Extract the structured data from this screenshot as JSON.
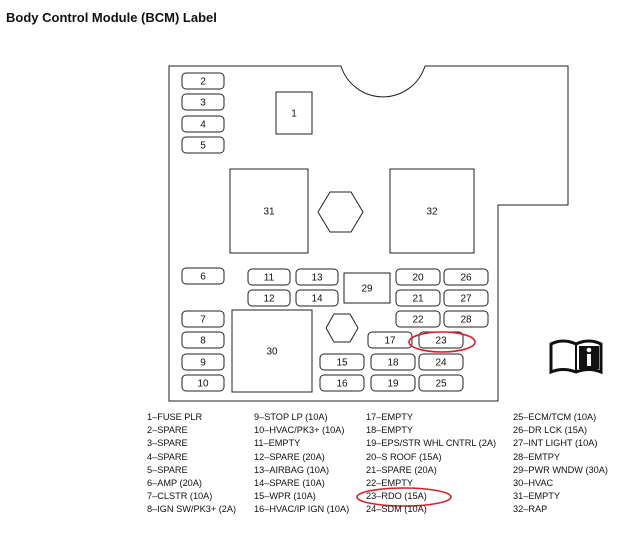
{
  "title": "Body Control Module (BCM) Label",
  "fuse_slots": [
    {
      "label": "1"
    },
    {
      "label": "2"
    },
    {
      "label": "3"
    },
    {
      "label": "4"
    },
    {
      "label": "5"
    },
    {
      "label": "6"
    },
    {
      "label": "7"
    },
    {
      "label": "8"
    },
    {
      "label": "9"
    },
    {
      "label": "10"
    },
    {
      "label": "11"
    },
    {
      "label": "12"
    },
    {
      "label": "13"
    },
    {
      "label": "14"
    },
    {
      "label": "15"
    },
    {
      "label": "16"
    },
    {
      "label": "17"
    },
    {
      "label": "18"
    },
    {
      "label": "19"
    },
    {
      "label": "20"
    },
    {
      "label": "21"
    },
    {
      "label": "22"
    },
    {
      "label": "23"
    },
    {
      "label": "24"
    },
    {
      "label": "25"
    },
    {
      "label": "26"
    },
    {
      "label": "27"
    },
    {
      "label": "28"
    },
    {
      "label": "29"
    },
    {
      "label": "30"
    },
    {
      "label": "31"
    },
    {
      "label": "32"
    }
  ],
  "legend": [
    "1–FUSE PLR",
    "2–SPARE",
    "3–SPARE",
    "4–SPARE",
    "5–SPARE",
    "6–AMP (20A)",
    "7–CLSTR (10A)",
    "8–IGN SW/PK3+ (2A)",
    "9–STOP LP (10A)",
    "10–HVAC/PK3+ (10A)",
    "11–EMPTY",
    "12–SPARE (20A)",
    "13–AIRBAG (10A)",
    "14–SPARE (10A)",
    "15–WPR (10A)",
    "16–HVAC/IP IGN (10A)",
    "17–EMPTY",
    "18–EMPTY",
    "19–EPS/STR WHL CNTRL (2A)",
    "20–S ROOF (15A)",
    "21–SPARE (20A)",
    "22–EMPTY",
    "23–RDO (15A)",
    "24–SDM (10A)",
    "25–ECM/TCM (10A)",
    "26–DR LCK (15A)",
    "27–INT LIGHT (10A)",
    "28–EMTPY",
    "29–PWR WNDW (30A)",
    "30–HVAC",
    "31–EMPTY",
    "32–RAP"
  ],
  "highlight_color": "#d9202a",
  "icon": "manual-info-icon"
}
